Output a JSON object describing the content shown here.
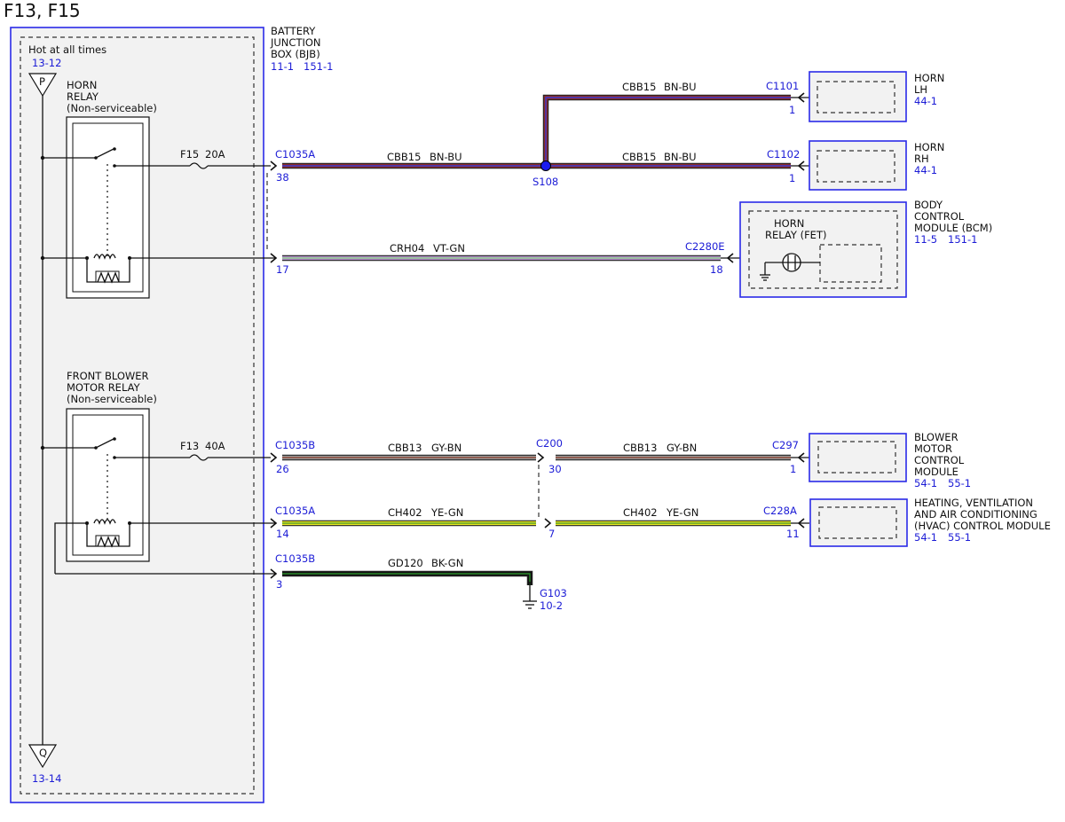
{
  "title": "F13, F15",
  "bjb": {
    "name": [
      "BATTERY",
      "JUNCTION",
      "BOX (BJB)"
    ],
    "refs": [
      "11-1",
      "151-1"
    ],
    "hot_label": "Hot at all times",
    "hot_ref": "13-12",
    "conn_p": "P",
    "conn_q": "Q",
    "q_ref": "13-14"
  },
  "horn_relay": {
    "lines": [
      "HORN",
      "RELAY",
      "(Non-serviceable)"
    ]
  },
  "blower_relay": {
    "lines": [
      "FRONT BLOWER",
      "MOTOR RELAY",
      "(Non-serviceable)"
    ]
  },
  "fuses": [
    {
      "id": "F15",
      "rating": "20A"
    },
    {
      "id": "F13",
      "rating": "40A"
    }
  ],
  "components": {
    "horn_lh": {
      "lines": [
        "HORN",
        "LH"
      ],
      "ref": "44-1"
    },
    "horn_rh": {
      "lines": [
        "HORN",
        "RH"
      ],
      "ref": "44-1"
    },
    "bcm": {
      "lines": [
        "BODY",
        "CONTROL",
        "MODULE (BCM)"
      ],
      "refs": [
        "11-5",
        "151-1"
      ],
      "inner": [
        "HORN",
        "RELAY (FET)"
      ]
    },
    "blower": {
      "lines": [
        "BLOWER",
        "MOTOR",
        "CONTROL",
        "MODULE"
      ],
      "refs": [
        "54-1",
        "55-1"
      ]
    },
    "hvac": {
      "lines": [
        "HEATING, VENTILATION",
        "AND AIR CONDITIONING",
        "(HVAC) CONTROL MODULE"
      ],
      "refs": [
        "54-1",
        "55-1"
      ]
    }
  },
  "connectors": {
    "c1035a_top": {
      "name": "C1035A",
      "pin": "38"
    },
    "c1035a_17": {
      "pin": "17"
    },
    "c1101": {
      "name": "C1101",
      "pin": "1"
    },
    "c1102": {
      "name": "C1102",
      "pin": "1"
    },
    "c2280e": {
      "name": "C2280E",
      "pin": "18"
    },
    "c1035b_26": {
      "name": "C1035B",
      "pin": "26"
    },
    "c200": {
      "name": "C200",
      "pin_a": "30",
      "pin_b": "7"
    },
    "c297": {
      "name": "C297",
      "pin": "1"
    },
    "c1035a_14": {
      "name": "C1035A",
      "pin": "14"
    },
    "c228a": {
      "name": "C228A",
      "pin": "11"
    },
    "c1035b_3": {
      "name": "C1035B",
      "pin": "3"
    }
  },
  "splice": {
    "name": "S108"
  },
  "ground": {
    "name": "G103",
    "ref": "10-2"
  },
  "wires": [
    {
      "key": "w_horn_lh",
      "circuit": "CBB15",
      "color": "BN-BU",
      "c1": "#8b2a2a",
      "c2": "#3a3ad0"
    },
    {
      "key": "w_bjb_s108",
      "circuit": "CBB15",
      "color": "BN-BU",
      "c1": "#8b2a2a",
      "c2": "#3a3ad0"
    },
    {
      "key": "w_s108_rh",
      "circuit": "CBB15",
      "color": "BN-BU",
      "c1": "#8b2a2a",
      "c2": "#3a3ad0"
    },
    {
      "key": "w_crh04",
      "circuit": "CRH04",
      "color": "VT-GN",
      "c1": "#b28ac8",
      "c2": "#8fd08f"
    },
    {
      "key": "w_cbb13_a",
      "circuit": "CBB13",
      "color": "GY-BN",
      "c1": "#9a9a9a",
      "c2": "#8b4a3a"
    },
    {
      "key": "w_cbb13_b",
      "circuit": "CBB13",
      "color": "GY-BN",
      "c1": "#9a9a9a",
      "c2": "#8b4a3a"
    },
    {
      "key": "w_ch402_a",
      "circuit": "CH402",
      "color": "YE-GN",
      "c1": "#e8e820",
      "c2": "#5aa02a"
    },
    {
      "key": "w_ch402_b",
      "circuit": "CH402",
      "color": "YE-GN",
      "c1": "#e8e820",
      "c2": "#5aa02a"
    },
    {
      "key": "w_gd120",
      "circuit": "GD120",
      "color": "BK-GN",
      "c1": "#111111",
      "c2": "#2a8a2a"
    }
  ]
}
